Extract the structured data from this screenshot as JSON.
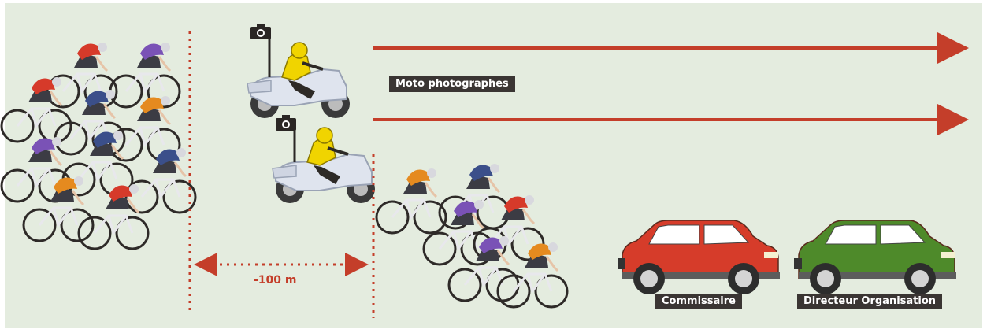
{
  "labels": {
    "moto": "Moto photographes",
    "distance": "-100 m",
    "car_commissaire": "Commissaire",
    "car_directeur": "Directeur Organisation"
  },
  "colors": {
    "background": "#e4ecdf",
    "arrow": "#c43e2a",
    "label_box": "#3a3533",
    "car_commissaire": "#d63c2a",
    "car_directeur": "#4e8a2a",
    "rider_jacket": "#f0d400"
  },
  "icons": [
    "camera-icon",
    "motorcycle-icon",
    "cyclist-icon",
    "car-icon"
  ]
}
